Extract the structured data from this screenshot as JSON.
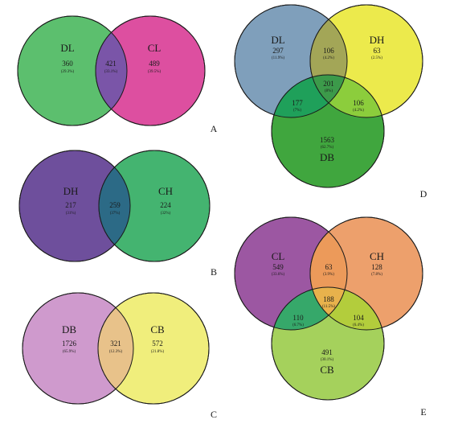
{
  "panels": {
    "A": {
      "letter": "A",
      "sets": [
        {
          "label": "DL",
          "count": "360",
          "pct": "(29.3%)",
          "color": "#5cbf6e"
        },
        {
          "label": "CL",
          "count": "489",
          "pct": "(39.5%)",
          "color": "#dd4fa0"
        }
      ],
      "overlap": {
        "count": "421",
        "pct": "(33.1%)",
        "color": "#7a55a8"
      }
    },
    "B": {
      "letter": "B",
      "sets": [
        {
          "label": "DH",
          "count": "217",
          "pct": "(31%)",
          "color": "#6e4f9c"
        },
        {
          "label": "CH",
          "count": "224",
          "pct": "(32%)",
          "color": "#44b470"
        }
      ],
      "overlap": {
        "count": "259",
        "pct": "(37%)",
        "color": "#2c6a86"
      }
    },
    "C": {
      "letter": "C",
      "sets": [
        {
          "label": "DB",
          "count": "1726",
          "pct": "(65.9%)",
          "color": "#cf9acd"
        },
        {
          "label": "CB",
          "count": "572",
          "pct": "(21.8%)",
          "color": "#f0ee7c"
        }
      ],
      "overlap": {
        "count": "321",
        "pct": "(12.3%)",
        "color": "#e8c28a"
      }
    },
    "D": {
      "letter": "D",
      "sets": [
        {
          "label": "DL",
          "count": "297",
          "pct": "(11.9%)",
          "color": "#7f9fbb"
        },
        {
          "label": "DH",
          "count": "63",
          "pct": "(2.5%)",
          "color": "#ecea4c"
        },
        {
          "label": "DB",
          "count": "1563",
          "pct": "(62.7%)",
          "color": "#40a63e"
        }
      ],
      "ab": {
        "count": "106",
        "pct": "(4.2%)",
        "color": "#a3a657"
      },
      "ac": {
        "count": "177",
        "pct": "(7%)",
        "color": "#1fa05a"
      },
      "bc": {
        "count": "106",
        "pct": "(4.2%)",
        "color": "#8ccd3c"
      },
      "abc": {
        "count": "201",
        "pct": "(8%)",
        "color": "#3c9a4a"
      }
    },
    "E": {
      "letter": "E",
      "sets": [
        {
          "label": "CL",
          "count": "549",
          "pct": "(33.6%)",
          "color": "#9c57a2"
        },
        {
          "label": "CH",
          "count": "128",
          "pct": "(7.8%)",
          "color": "#eda06c"
        },
        {
          "label": "CB",
          "count": "491",
          "pct": "(30.1%)",
          "color": "#a5d15c"
        }
      ],
      "ab": {
        "count": "63",
        "pct": "(3.9%)",
        "color": "#ec9a5a"
      },
      "ac": {
        "count": "110",
        "pct": "(6.7%)",
        "color": "#36a86a"
      },
      "bc": {
        "count": "104",
        "pct": "(6.4%)",
        "color": "#b3cd3c"
      },
      "abc": {
        "count": "188",
        "pct": "(11.5%)",
        "color": "#e8b24c"
      }
    }
  }
}
